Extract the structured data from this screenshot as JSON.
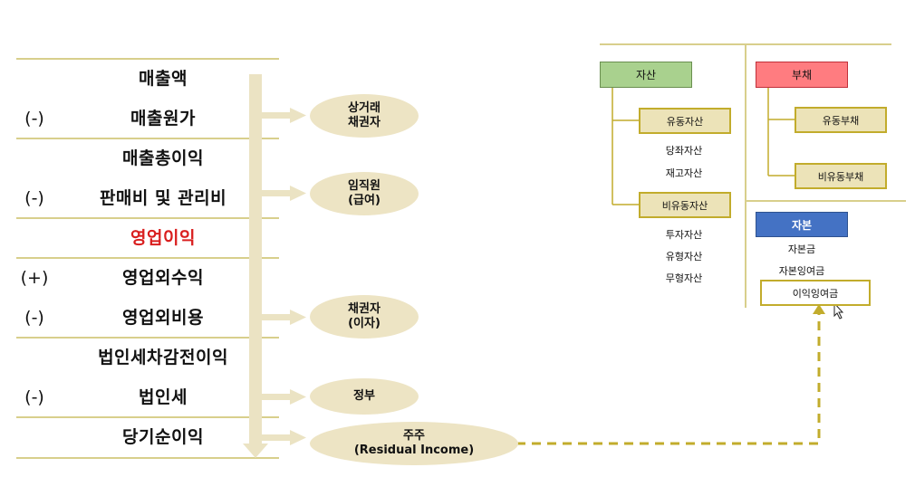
{
  "income_statement": {
    "rows": [
      {
        "sign": "",
        "label": "매출액",
        "highlight": false
      },
      {
        "sign": "(-)",
        "label": "매출원가",
        "highlight": false
      },
      {
        "sign": "",
        "label": "매출총이익",
        "highlight": false
      },
      {
        "sign": "(-)",
        "label": "판매비 및 관리비",
        "highlight": false
      },
      {
        "sign": "",
        "label": "영업이익",
        "highlight": true
      },
      {
        "sign": "(+)",
        "label": "영업외수익",
        "highlight": false
      },
      {
        "sign": "(-)",
        "label": "영업외비용",
        "highlight": false
      },
      {
        "sign": "",
        "label": "법인세차감전이익",
        "highlight": false
      },
      {
        "sign": "(-)",
        "label": "법인세",
        "highlight": false
      },
      {
        "sign": "",
        "label": "당기순이익",
        "highlight": false
      }
    ]
  },
  "stakeholders": [
    {
      "line1": "상거래",
      "line2": "채권자"
    },
    {
      "line1": "임직원",
      "line2": "(급여)"
    },
    {
      "line1": "채권자",
      "line2": "(이자)"
    },
    {
      "line1": "정부",
      "line2": ""
    },
    {
      "line1": "주주",
      "line2": "(Residual Income)"
    }
  ],
  "balance_sheet": {
    "assets": {
      "title": "자산",
      "current": {
        "title": "유동자산",
        "items": [
          "당좌자산",
          "재고자산"
        ]
      },
      "noncurrent": {
        "title": "비유동자산",
        "items": [
          "투자자산",
          "유형자산",
          "무형자산"
        ]
      }
    },
    "liabilities": {
      "title": "부채",
      "items": [
        "유동부채",
        "비유동부채"
      ]
    },
    "equity": {
      "title": "자본",
      "items": [
        "자본금",
        "자본잉여금"
      ],
      "retained": "이익잉여금"
    }
  },
  "colors": {
    "accent_line": "#d8cf8c",
    "ellipse_fill": "#ede4c4",
    "highlight_text": "#d91e1e",
    "dash_line": "#c2ac2c",
    "asset": "#a9d18e",
    "liability": "#ff7c80",
    "equity": "#4472c4"
  }
}
